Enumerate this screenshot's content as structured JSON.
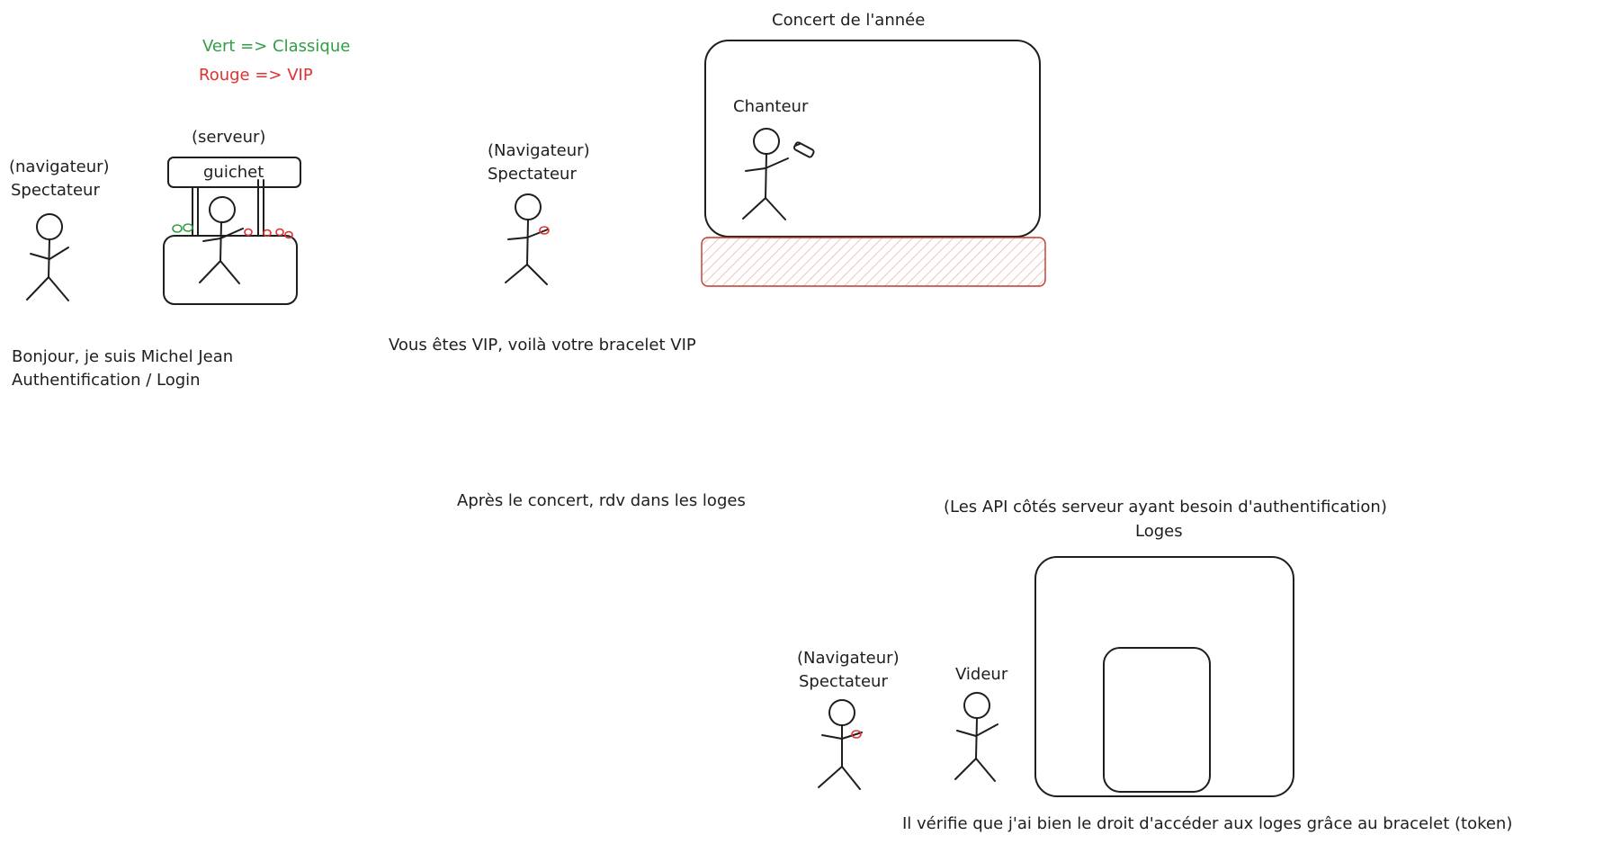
{
  "legend": {
    "green_label": "Vert => Classique",
    "green_color": "#2f9e44",
    "red_label": "Rouge => VIP",
    "red_color": "#e03131"
  },
  "scene1": {
    "spectator_label_line1": "(navigateur)",
    "spectator_label_line2": "Spectateur",
    "server_label": "(serveur)",
    "booth_label": "guichet",
    "caption_line1": "Bonjour, je suis Michel Jean",
    "caption_line2": "Authentification / Login"
  },
  "scene2": {
    "spectator_label_line1": "(Navigateur)",
    "spectator_label_line2": "Spectateur",
    "caption": "Vous êtes VIP, voilà votre bracelet VIP"
  },
  "scene3": {
    "concert_title": "Concert de l'année",
    "singer_label": "Chanteur",
    "caption": "Après le concert, rdv dans les loges"
  },
  "scene4": {
    "backstage_subtitle": "(Les API côtés serveur ayant besoin d'authentification)",
    "backstage_label": "Loges",
    "spectator_label_line1": "(Navigateur)",
    "spectator_label_line2": "Spectateur",
    "bouncer_label": "Videur",
    "caption": "Il vérifie que j'ai bien le droit d'accéder aux loges grâce au bracelet (token)"
  },
  "colors": {
    "ink": "#1e1e1e",
    "stage_hatch": "#c0392b"
  }
}
